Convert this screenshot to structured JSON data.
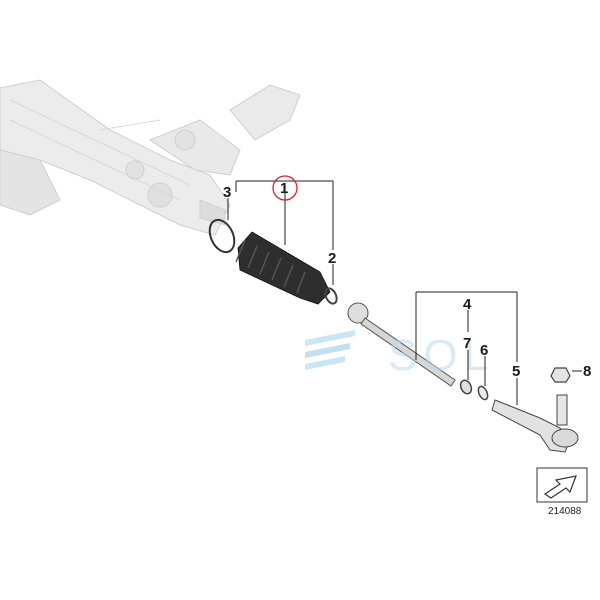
{
  "diagram": {
    "callouts": [
      {
        "id": "1",
        "label": "1"
      },
      {
        "id": "2",
        "label": "2"
      },
      {
        "id": "3",
        "label": "3"
      },
      {
        "id": "4",
        "label": "4"
      },
      {
        "id": "5",
        "label": "5"
      },
      {
        "id": "6",
        "label": "6"
      },
      {
        "id": "7",
        "label": "7"
      },
      {
        "id": "8",
        "label": "8"
      }
    ],
    "reference_number": "214088",
    "watermark": "SOL",
    "highlight_color": "#d9232d",
    "rack_color": "#e7e7e7",
    "boot_color": "#2e2e2e"
  }
}
